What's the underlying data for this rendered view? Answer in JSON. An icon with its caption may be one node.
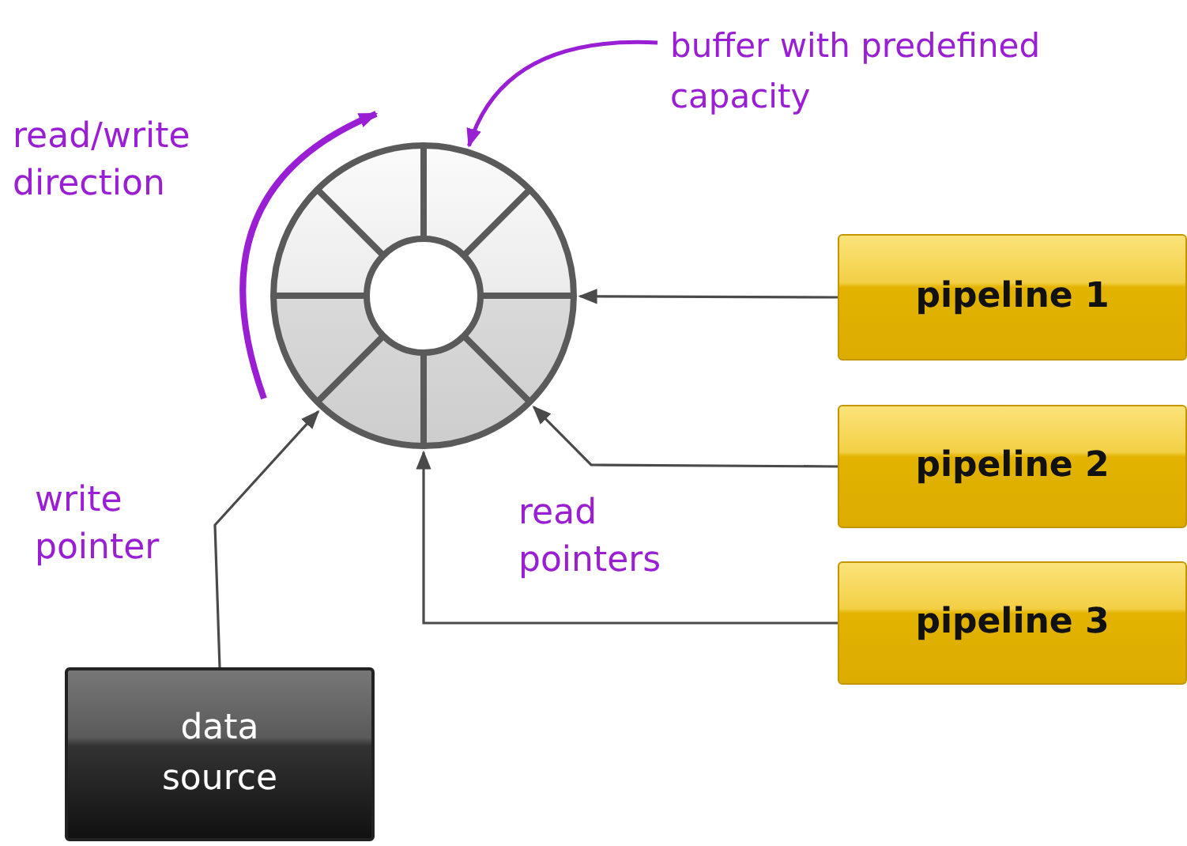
{
  "diagram": {
    "nodes": [
      {
        "text": [],
        "shape": "circle"
      },
      {
        "text": [
          "buffer with predefined capacity"
        ]
      },
      {
        "text": [
          "pipeline 1"
        ]
      },
      {
        "text": [
          "pipeline 2"
        ]
      },
      {
        "text": [
          "pipeline 3"
        ]
      },
      {
        "text": [
          "data source"
        ]
      }
    ],
    "edges": [
      {
        "from": 1,
        "to": 0,
        "arrow": "to",
        "color": "#9a1fd4"
      },
      {
        "from": 2,
        "to": 0,
        "arrow": "to"
      },
      {
        "from": 3,
        "to": 0,
        "arrow": "to"
      },
      {
        "from": 4,
        "to": 0,
        "arrow": "to"
      },
      {
        "from": 5,
        "to": 0,
        "arrow": "to"
      }
    ],
    "labels": [
      "read/write direction",
      "write pointer",
      "read pointers"
    ]
  }
}
